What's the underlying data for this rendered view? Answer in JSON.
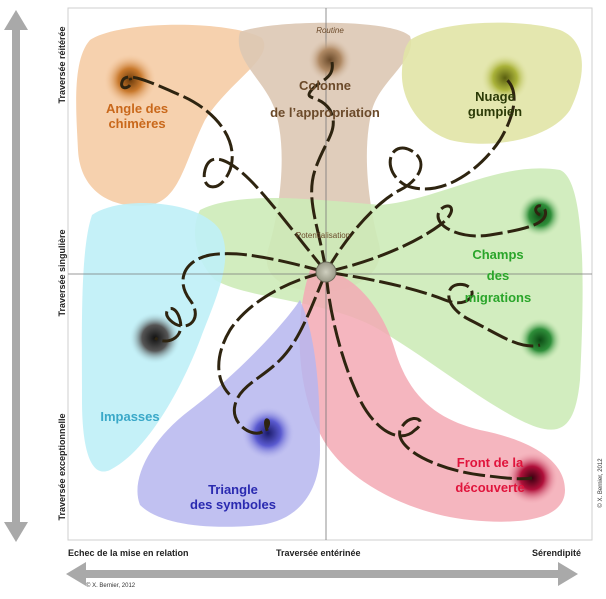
{
  "colors": {
    "orange_zone": "#f5c9a0",
    "beige_zone": "#ddc8b4",
    "olive_zone": "#e1e4a6",
    "cyan_zone": "#bfeff7",
    "green_zone": "#cdebb8",
    "pink_zone": "#f3a9b4",
    "blue_zone": "#b6b6ee",
    "spiral": "#2e2410",
    "arrow_gray": "#a9a9a9"
  },
  "zones": {
    "angle": "Angle des\nchimères",
    "routine": "Routine",
    "colonne": "Colonne\nde l’appropriation",
    "nuage": "Nuage\ngumpien",
    "potentialisation": "Potentialisation",
    "champs": "Champs\ndes\nmigrations",
    "impasses": "Impasses",
    "triangle": "Triangle\ndes symboles",
    "front": "Front de la\ndécouverte"
  },
  "axes": {
    "y_top": "Traversée réitérée",
    "y_mid": "Traversée singulière",
    "y_bottom": "Traversée exceptionnelle",
    "x_left": "Echec de la mise en relation",
    "x_mid": "Traversée entérinée",
    "x_right": "Sérendipité"
  },
  "credits": {
    "bottom": "© X. Bernier, 2012",
    "side": "© X. Bernier, 2012"
  }
}
